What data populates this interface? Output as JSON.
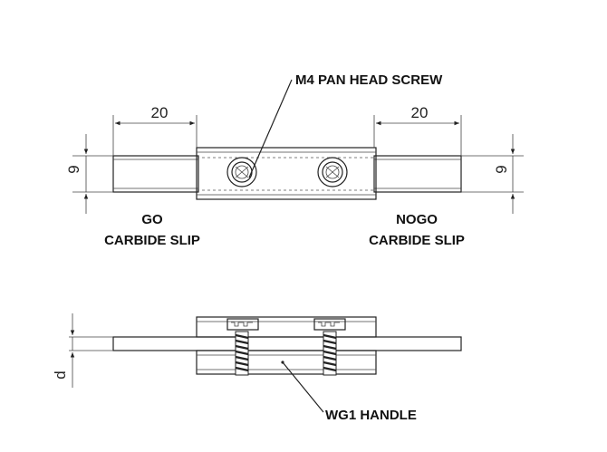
{
  "labels": {
    "screw": "M4 PAN HEAD SCREW",
    "go_line1": "GO",
    "go_line2": "CARBIDE SLIP",
    "nogo_line1": "NOGO",
    "nogo_line2": "CARBIDE SLIP",
    "handle": "WG1 HANDLE"
  },
  "dimensions": {
    "left_length": "20",
    "right_length": "20",
    "left_height": "9",
    "right_height": "9",
    "side_thickness": "d"
  },
  "colors": {
    "line": "#222222",
    "text": "#111111",
    "background": "#ffffff"
  }
}
